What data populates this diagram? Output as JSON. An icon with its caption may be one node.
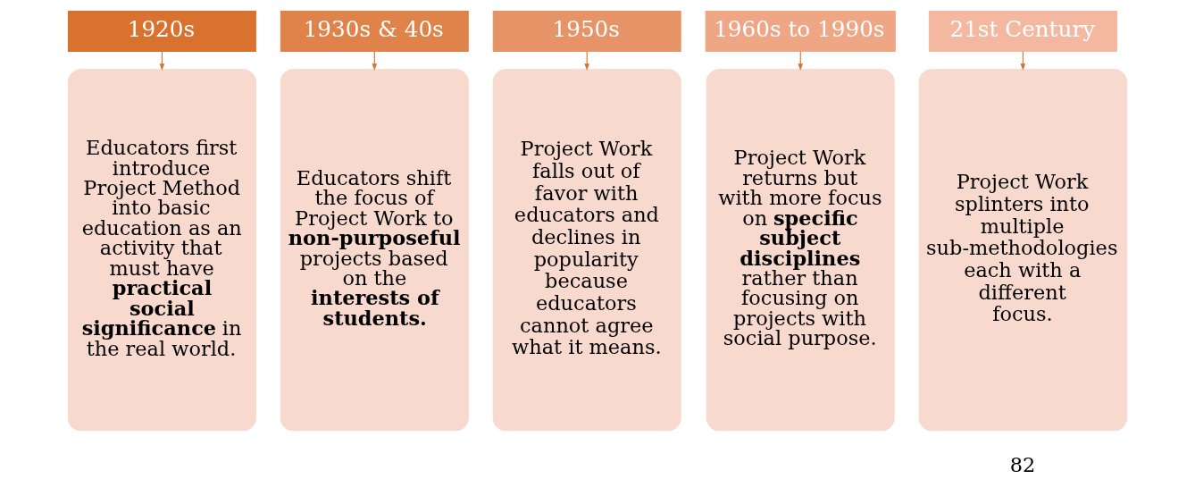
{
  "diagram": {
    "nodes": [
      {
        "text": [
          "1920s"
        ]
      },
      {
        "text": [
          "Educators first introduce Project Method into basic education as an activity that must have **practical social significance** in the real world."
        ]
      },
      {
        "text": [
          "1930s & 40s"
        ]
      },
      {
        "text": [
          "Educators shift the focus of Project Work to **non-purposeful** projects based on the **interests of students.**"
        ]
      },
      {
        "text": [
          "1950s"
        ]
      },
      {
        "text": [
          "Project Work falls out of favor with educators and declines in popularity because educators cannot agree what it means."
        ]
      },
      {
        "text": [
          "1960s to 1990s"
        ]
      },
      {
        "text": [
          "Project Work returns but with more focus on **specific subject disciplines** rather than focusing on projects with social purpose."
        ]
      },
      {
        "text": [
          "21st Century"
        ]
      },
      {
        "text": [
          "Project Work splinters into multiple sub-methodologies each with a different focus."
        ]
      }
    ],
    "edges": [
      {
        "from": 0,
        "to": 1,
        "arrow": "to"
      },
      {
        "from": 2,
        "to": 3,
        "arrow": "to"
      },
      {
        "from": 4,
        "to": 5,
        "arrow": "to"
      },
      {
        "from": 6,
        "to": 7,
        "arrow": "to"
      },
      {
        "from": 8,
        "to": 9,
        "arrow": "to"
      }
    ],
    "labels": [
      "82"
    ]
  }
}
